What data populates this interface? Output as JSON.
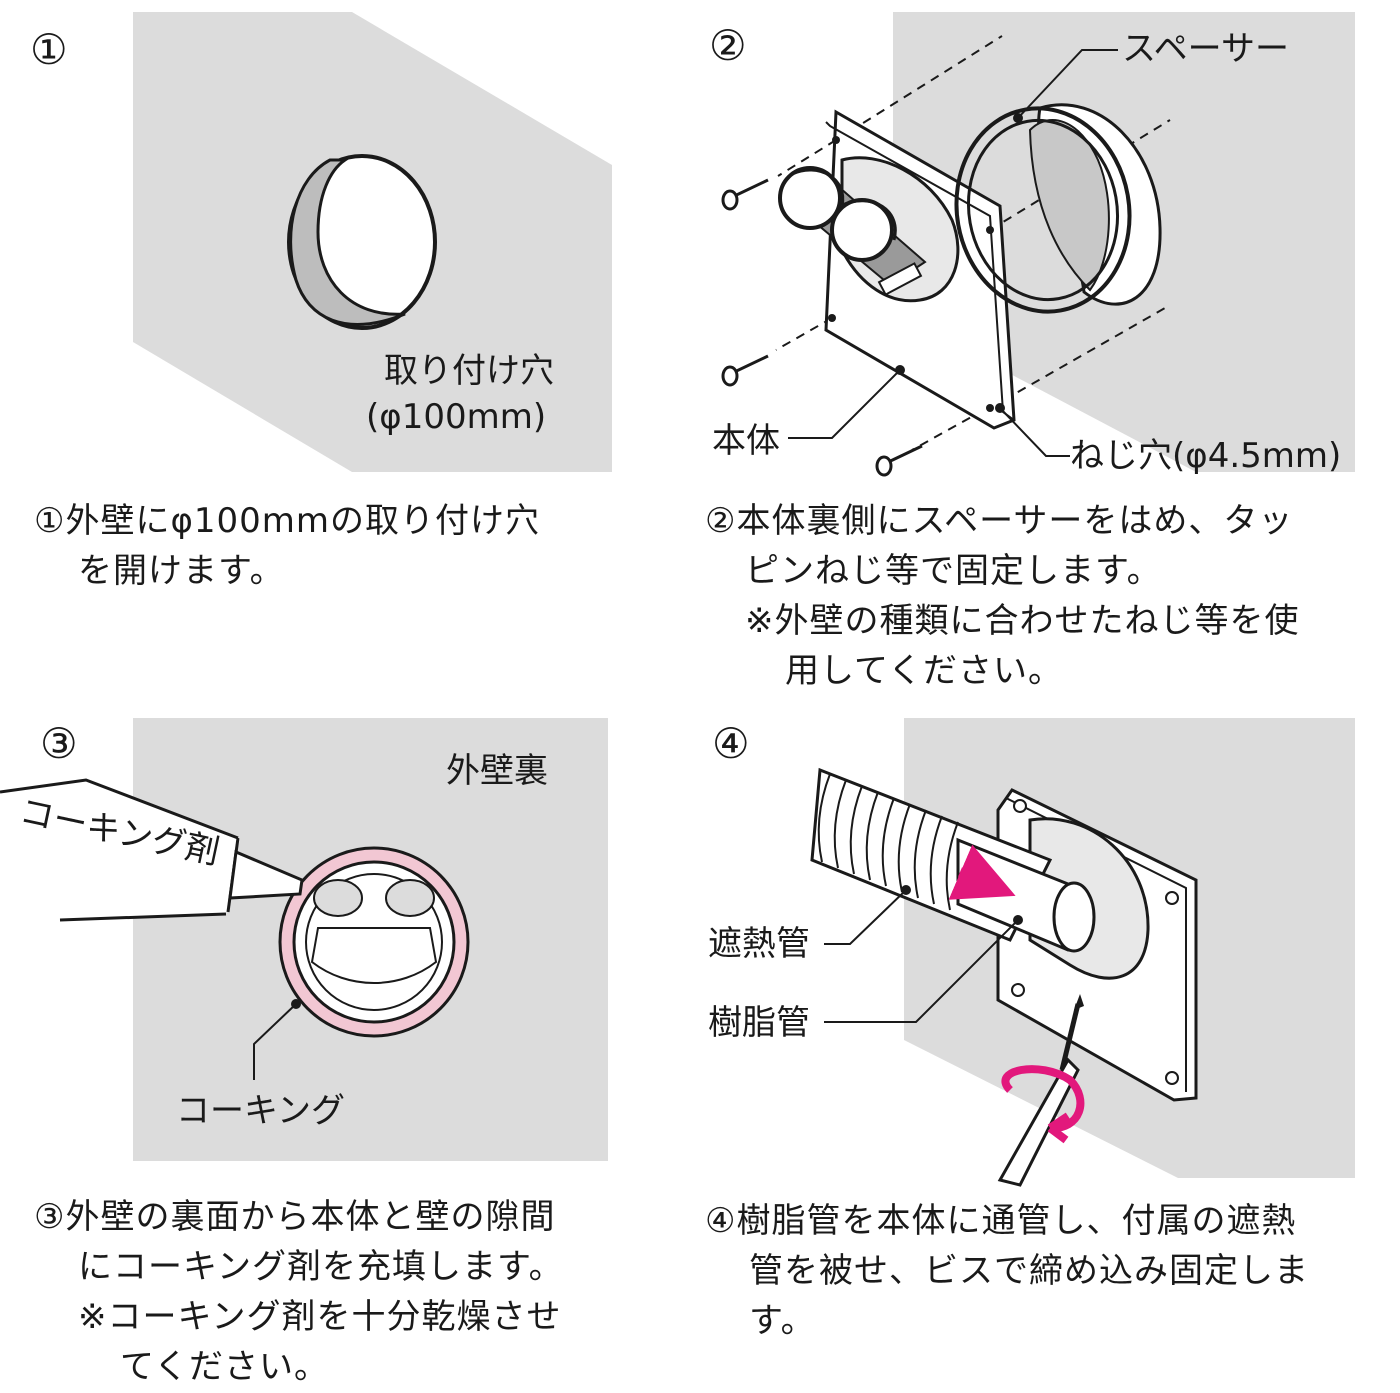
{
  "steps": [
    {
      "number": "①",
      "labels": {
        "hole": "取り付け穴",
        "hole_size": "(φ100mm)"
      },
      "caption": [
        "①外壁にφ100mmの取り付け穴",
        "を開けます。"
      ]
    },
    {
      "number": "②",
      "labels": {
        "spacer": "スペーサー",
        "body": "本体",
        "screw_hole": "ねじ穴(φ4.5mm)"
      },
      "caption": [
        "②本体裏側にスペーサーをはめ、タッ",
        "ピンねじ等で固定します。",
        "※外壁の種類に合わせたねじ等を使",
        "用してください。"
      ]
    },
    {
      "number": "③",
      "labels": {
        "wall_back": "外壁裏",
        "caulking_agent": "コーキング剤",
        "caulking": "コーキング"
      },
      "caption": [
        "③外壁の裏面から本体と壁の隙間",
        "にコーキング剤を充填します。",
        "※コーキング剤を十分乾燥させ",
        "てください。"
      ]
    },
    {
      "number": "④",
      "labels": {
        "insulation_pipe": "遮熱管",
        "resin_pipe": "樹脂管"
      },
      "caption": [
        "④樹脂管を本体に通管し、付属の遮熱",
        "管を被せ、ビスで締め込み固定しま",
        "す。"
      ]
    }
  ],
  "colors": {
    "wall": "#dcdcdc",
    "line": "#1a1a1a",
    "plate": "#ffffff",
    "caulking": "#f2c7d3",
    "accent": "#e2187c"
  }
}
